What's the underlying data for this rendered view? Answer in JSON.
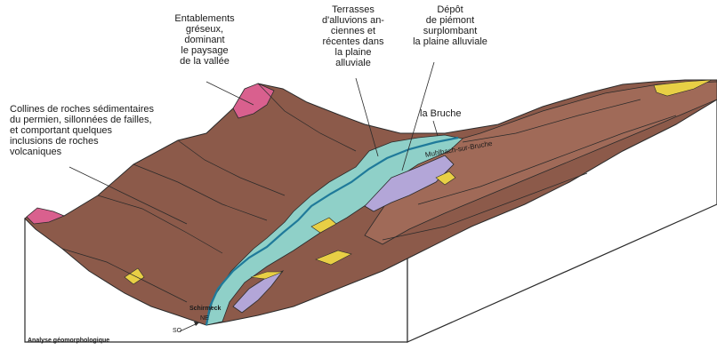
{
  "colors": {
    "hills": "#8c5a4a",
    "hills_light": "#a06a58",
    "sandstone": "#d9608e",
    "alluvium": "#8fd0c8",
    "piedmont": "#b3a6d8",
    "yellow": "#e8cf45",
    "river": "#1f7a9a",
    "block_face": "#ffffff",
    "line": "#2a2a2a"
  },
  "labels": {
    "entablements": "Entablements\ngréseux,\ndominant\nle paysage\nde la vallée",
    "terrasses": "Terrasses\nd'alluvions an-\nciennes et\nrécentes dans\nla plaine\nalluviale",
    "depot": "Dépôt\nde piémont\nsurplombant\nla plaine alluviale",
    "collines": "Collines de roches sédimentaires\ndu permien, sillonnées de failles,\net comportant quelques\ninclusions de roches\nvolcaniques",
    "la_bruche": "la Bruche",
    "muhlbach": "Muhlbach-sur-Bruche",
    "schirmeck": "Schirmeck",
    "orientation_so": "SO",
    "orientation_ne": "NE",
    "caption": "Analyse géomorphologique"
  }
}
